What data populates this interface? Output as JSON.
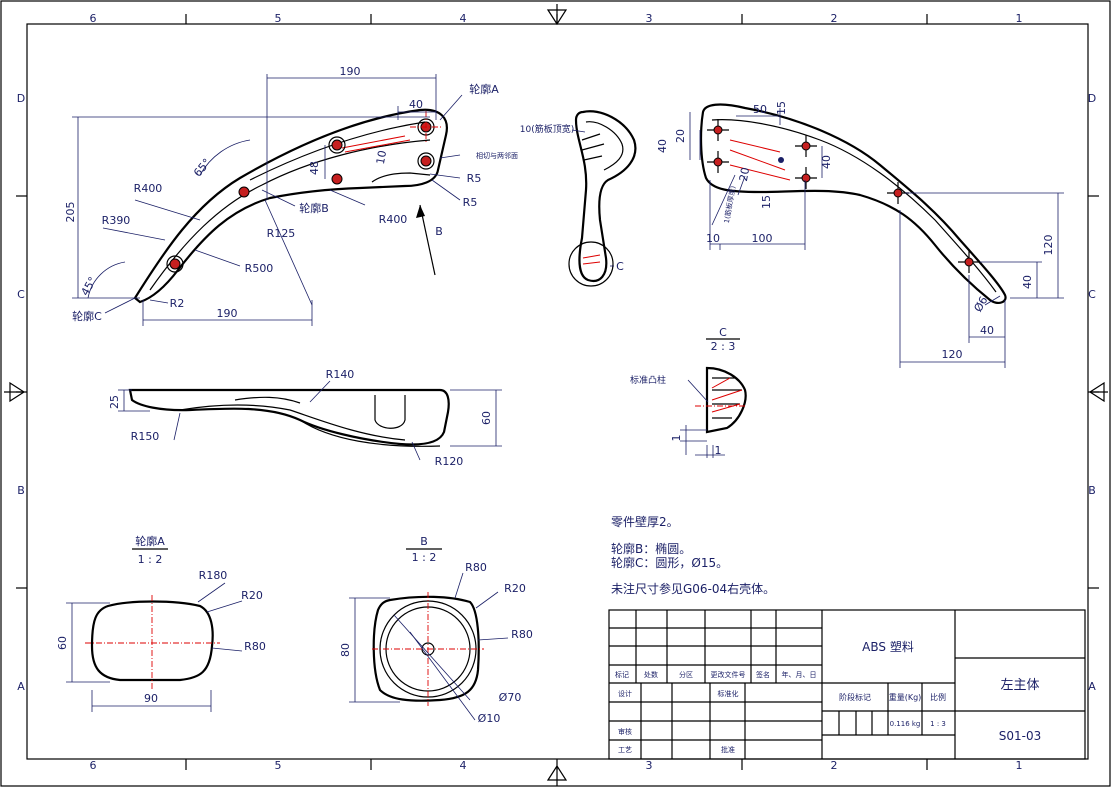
{
  "frame": {
    "col_labels_top": [
      "6",
      "5",
      "4",
      "3",
      "2",
      "1"
    ],
    "col_labels_bottom": [
      "6",
      "5",
      "4",
      "3",
      "2",
      "1"
    ],
    "row_labels": [
      "D",
      "C",
      "B",
      "A"
    ]
  },
  "side_view": {
    "dims": {
      "d190_top": "190",
      "d40": "40",
      "d205": "205",
      "d48": "48",
      "d10": "10",
      "d190_bottom": "190",
      "a65": "65°",
      "a45": "45°"
    },
    "radii": {
      "r400_a": "R400",
      "r390": "R390",
      "r125": "R125",
      "r500": "R500",
      "r2": "R2",
      "r400_b": "R400",
      "r5_a": "R5",
      "r5_b": "R5"
    },
    "labels": {
      "contour_a": "轮廓A",
      "contour_b": "轮廓B",
      "contour_c": "轮廓C",
      "tangent_note": "相切与两邻面",
      "arrow_b": "B"
    }
  },
  "end_view": {
    "rib_label": "10(筋板顶宽)",
    "detail_c": "C"
  },
  "top_view": {
    "dims": {
      "d50": "50",
      "d15_a": "15",
      "d20": "20",
      "d40_a": "40",
      "d40_b": "40",
      "d15_b": "15",
      "d10": "10",
      "d100": "100",
      "d120_v": "120",
      "d40_c": "40",
      "d40_d": "40",
      "d120_h": "120",
      "dia6": "Ø6",
      "rib_note": "1(筋板厚度)",
      "d20_b": "20"
    }
  },
  "front_view": {
    "r140": "R140",
    "d25": "25",
    "r150": "R150",
    "d60": "60",
    "r120": "R120"
  },
  "detail_c": {
    "title": "C",
    "scale": "2 : 3",
    "boss_label": "标准凸柱",
    "d1_a": "1",
    "d1_b": "1"
  },
  "section_a": {
    "title": "轮廓A",
    "scale": "1 : 2",
    "r180": "R180",
    "r20": "R20",
    "d60": "60",
    "r80": "R80",
    "d90": "90"
  },
  "section_b": {
    "title": "B",
    "scale": "1 : 2",
    "r80_a": "R80",
    "r20": "R20",
    "d80": "80",
    "r80_b": "R80",
    "dia70": "Ø70",
    "dia10": "Ø10"
  },
  "notes": {
    "line1": "零件壁厚2。",
    "line2": "轮廓B：椭圆。",
    "line3": "轮廓C：圆形，Ø15。",
    "line4": "未注尺寸参见G06-04右壳体。"
  },
  "title_block": {
    "material": "ABS 塑料",
    "part_name": "左主体",
    "drawing_no": "S01-03",
    "mark": "标记",
    "count": "处数",
    "zone": "分区",
    "change_doc": "更改文件号",
    "sign": "签名",
    "date": "年、月、日",
    "design": "设计",
    "standard": "标准化",
    "review": "审核",
    "process": "工艺",
    "approve": "批准",
    "stage": "阶段标记",
    "weight_label": "重量(Kg)",
    "scale_label": "比例",
    "weight": "0.116 kg",
    "scale": "1 : 3"
  }
}
